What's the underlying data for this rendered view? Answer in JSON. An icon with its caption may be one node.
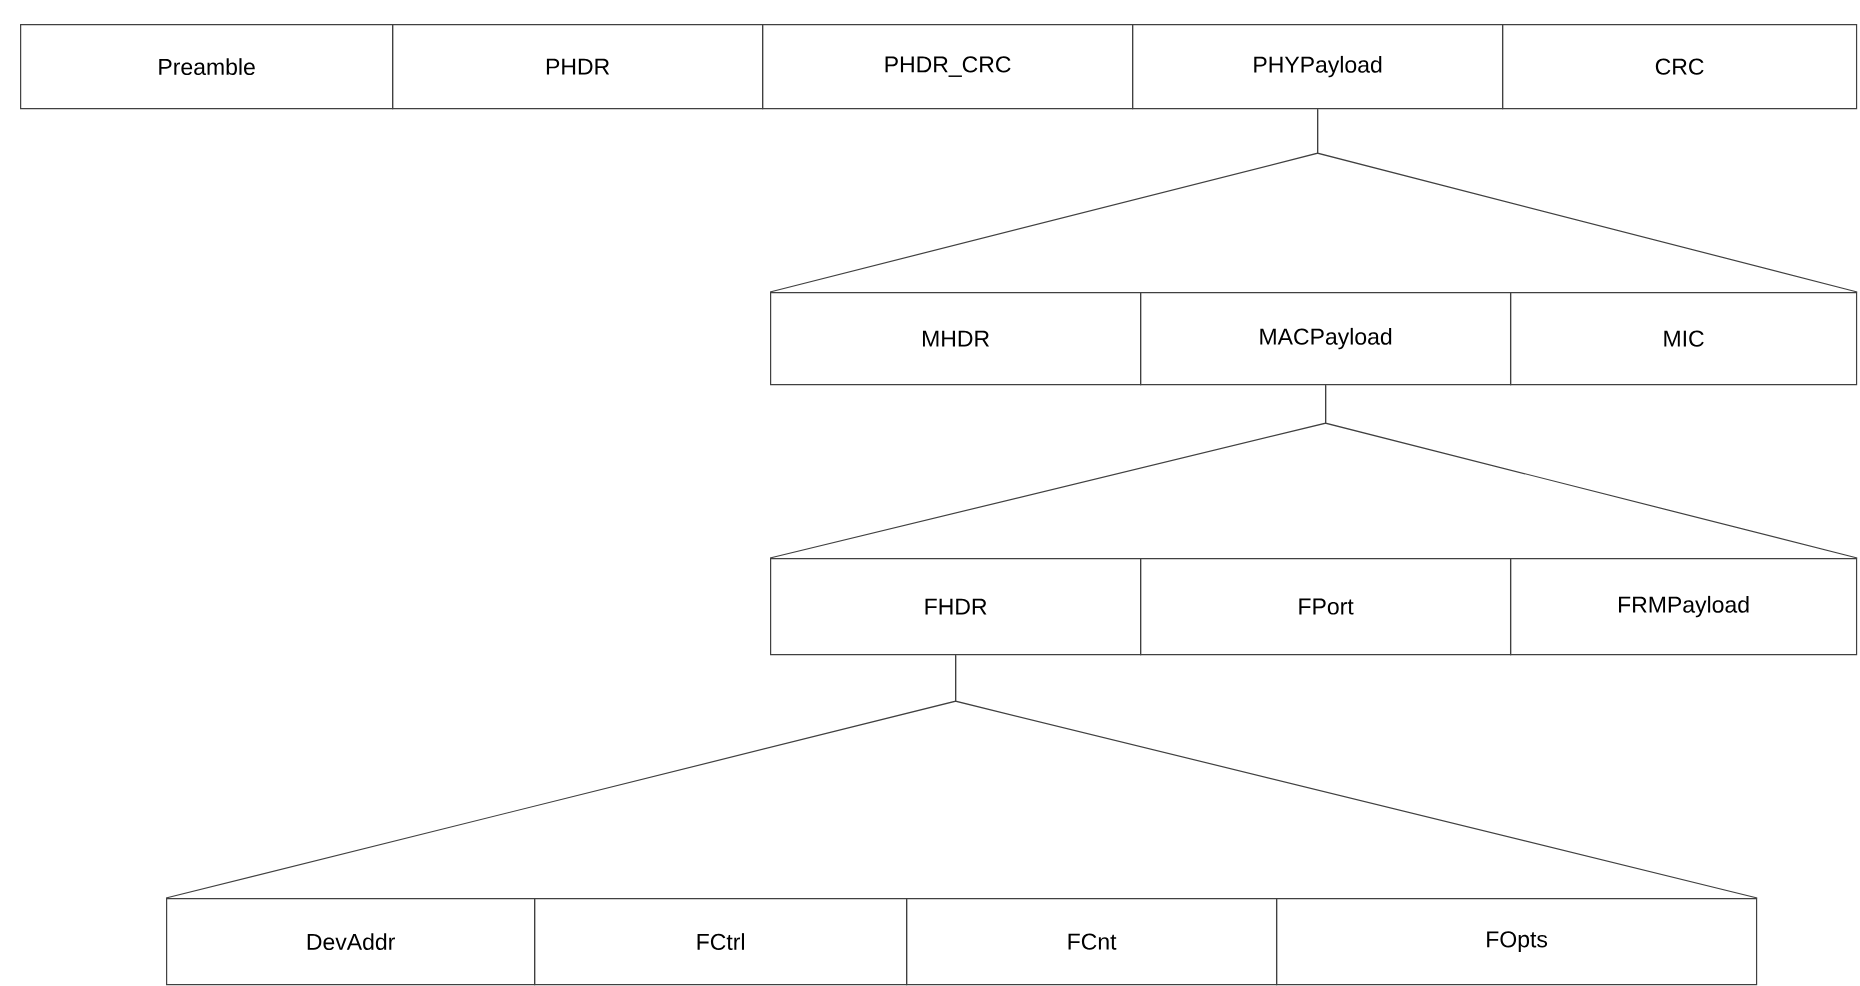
{
  "diagram": {
    "nodes": [
      {
        "text": [
          "Preamble"
        ]
      },
      {
        "text": [
          "PHDR"
        ]
      },
      {
        "text": [
          "PHDR_CRC"
        ]
      },
      {
        "text": [
          "PHYPayload"
        ]
      },
      {
        "text": [
          "CRC"
        ]
      },
      {
        "text": [
          "MHDR"
        ]
      },
      {
        "text": [
          "MACPayload"
        ]
      },
      {
        "text": [
          "MIC"
        ]
      },
      {
        "text": [
          "FHDR"
        ]
      },
      {
        "text": [
          "FPort"
        ]
      },
      {
        "text": [
          "FRMPayload"
        ]
      },
      {
        "text": [
          "DevAddr"
        ]
      },
      {
        "text": [
          "FCtrl"
        ]
      },
      {
        "text": [
          "FCnt"
        ]
      },
      {
        "text": [
          "FOpts"
        ]
      }
    ],
    "edges": [
      {
        "from": 3,
        "to": 5,
        "arrow": "none"
      },
      {
        "from": 3,
        "to": 7,
        "arrow": "none"
      },
      {
        "from": 6,
        "to": 8,
        "arrow": "none"
      },
      {
        "from": 6,
        "to": 10,
        "arrow": "none"
      },
      {
        "from": 8,
        "to": 11,
        "arrow": "none"
      },
      {
        "from": 8,
        "to": 14,
        "arrow": "none"
      }
    ]
  }
}
